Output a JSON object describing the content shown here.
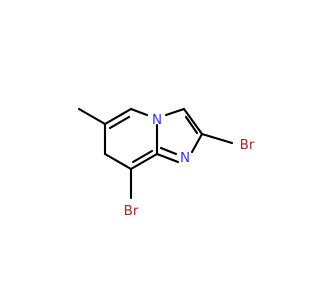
{
  "molecule": {
    "atoms": {
      "n_bridge": {
        "symbol": "N",
        "color": "#3333ff"
      },
      "n_ring": {
        "symbol": "N",
        "color": "#3333ff"
      },
      "br_2": {
        "symbol": "Br",
        "color": "#a52a2a"
      },
      "br_8": {
        "symbol": "Br",
        "color": "#a52a2a"
      }
    },
    "bond_color": "#000000",
    "background": "#ffffff"
  }
}
